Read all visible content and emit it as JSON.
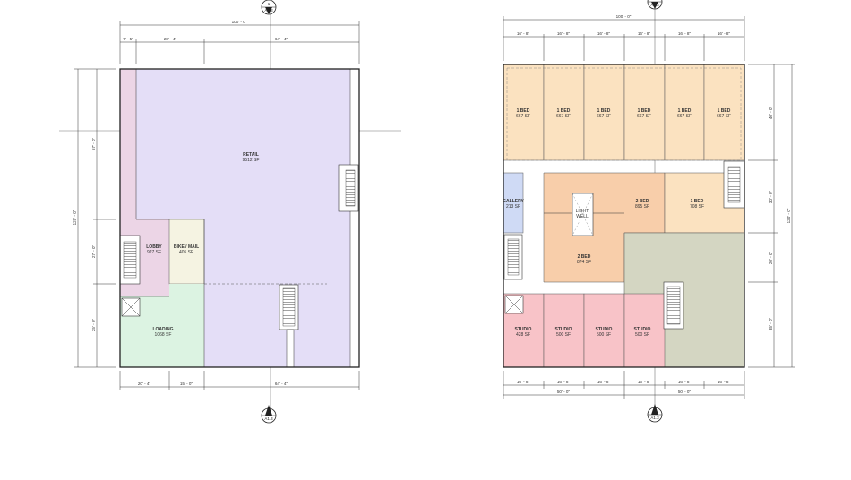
{
  "ground_floor": {
    "section_top": {
      "num": "1",
      "sheet": "A1.3"
    },
    "section_bottom": {
      "num": "1",
      "sheet": "A1.3"
    },
    "dims_top_overall": "100' - 0\"",
    "dims_top": [
      "7' - 5\"",
      "28' - 4\"",
      "64' - 4\""
    ],
    "dims_bottom": [
      "20' - 4\"",
      "15' - 0\"",
      "64' - 4\""
    ],
    "dims_left_overall": "120' - 0\"",
    "dims_left": [
      "67' - 0\"",
      "27' - 0\"",
      "25' - 0\""
    ],
    "rooms": {
      "retail": {
        "name": "RETAIL",
        "area": "9512 SF"
      },
      "lobby": {
        "name": "LOBBY",
        "area": "927 SF"
      },
      "bike": {
        "name": "BIKE / MAIL",
        "area": "405 SF"
      },
      "loading": {
        "name": "LOADING",
        "area": "1068 SF"
      }
    }
  },
  "upper_floor": {
    "section_top": {
      "num": "1",
      "sheet": "A1.3"
    },
    "section_bottom": {
      "num": "1",
      "sheet": "A1.3"
    },
    "dims_top_overall": "100' - 0\"",
    "dims_top": [
      "16' - 8\"",
      "16' - 8\"",
      "16' - 8\"",
      "16' - 8\"",
      "16' - 8\"",
      "16' - 8\""
    ],
    "dims_bottom": [
      "16' - 8\"",
      "16' - 8\"",
      "16' - 8\"",
      "16' - 8\"",
      "16' - 8\"",
      "16' - 8\""
    ],
    "dims_bottom_halves": [
      "50' - 0\"",
      "50' - 0\""
    ],
    "dims_right_overall": "120' - 0\"",
    "dims_right": [
      "40' - 0\"",
      "30' - 0\"",
      "20' - 0\"",
      "35' - 0\""
    ],
    "rooms": {
      "one_bed": [
        {
          "name": "1 BED",
          "area": "667 SF"
        },
        {
          "name": "1 BED",
          "area": "667 SF"
        },
        {
          "name": "1 BED",
          "area": "667 SF"
        },
        {
          "name": "1 BED",
          "area": "667 SF"
        },
        {
          "name": "1 BED",
          "area": "667 SF"
        },
        {
          "name": "1 BED",
          "area": "667 SF"
        }
      ],
      "gallery": {
        "name": "GALLERY",
        "area": "213 SF"
      },
      "light_well": {
        "name1": "LIGHT",
        "name2": "WELL"
      },
      "two_bed_a": {
        "name": "2 BED",
        "area": "895 SF"
      },
      "one_bed_b": {
        "name": "1 BED",
        "area": "708 SF"
      },
      "two_bed_b": {
        "name": "2 BED",
        "area": "874 SF"
      },
      "studios": [
        {
          "name": "STUDIO",
          "area": "428 SF"
        },
        {
          "name": "STUDIO",
          "area": "500 SF"
        },
        {
          "name": "STUDIO",
          "area": "500 SF"
        },
        {
          "name": "STUDIO",
          "area": "500 SF"
        }
      ]
    }
  },
  "colors": {
    "retail": "#e4def7",
    "lobby": "#ecd5e6",
    "bike": "#f5f3e2",
    "loading": "#dcf3e2",
    "one_bed": "#fbe2c0",
    "two_bed": "#f8ceaa",
    "gallery": "#cfdaf5",
    "studio": "#f8c3c8",
    "amenity": "#d4d6c2"
  }
}
